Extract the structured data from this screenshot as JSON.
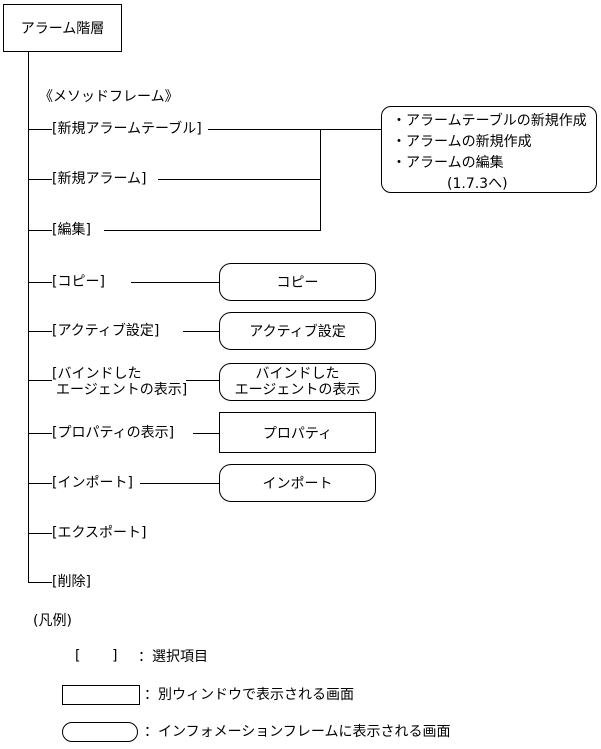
{
  "title_box": "アラーム階層",
  "frame_label": "《メソッドフレーム》",
  "tree_items": [
    {
      "label": "[新規アラームテーブル]"
    },
    {
      "label": "[新規アラーム]"
    },
    {
      "label": "[編集]"
    },
    {
      "label": "[コピー]"
    },
    {
      "label": "[アクティブ設定]"
    },
    {
      "label": "[バインドした",
      "label_line2": "エージェントの表示]"
    },
    {
      "label": "[プロパティの表示]"
    },
    {
      "label": "[インポート]"
    },
    {
      "label": "[エクスポート]"
    },
    {
      "label": "[削除]"
    }
  ],
  "screens": {
    "note_lines": [
      "・アラームテーブルの新規作成",
      "・アラームの新規作成",
      "・アラームの編集",
      "(1.7.3へ)"
    ],
    "copy": "コピー",
    "active_setting": "アクティブ設定",
    "bound_agents_line1": "バインドした",
    "bound_agents_line2": "エージェントの表示",
    "properties": "プロパティ",
    "import": "インポート"
  },
  "legend": {
    "title": "(凡例)",
    "bracket_open": "[",
    "bracket_close": "]",
    "selection_label": "：選択項目",
    "window_label": "：別ウィンドウで表示される画面",
    "frame_label": "：インフォメーションフレームに表示される画面"
  },
  "colors": {
    "line": "#000000",
    "background": "#ffffff",
    "text": "#000000"
  }
}
